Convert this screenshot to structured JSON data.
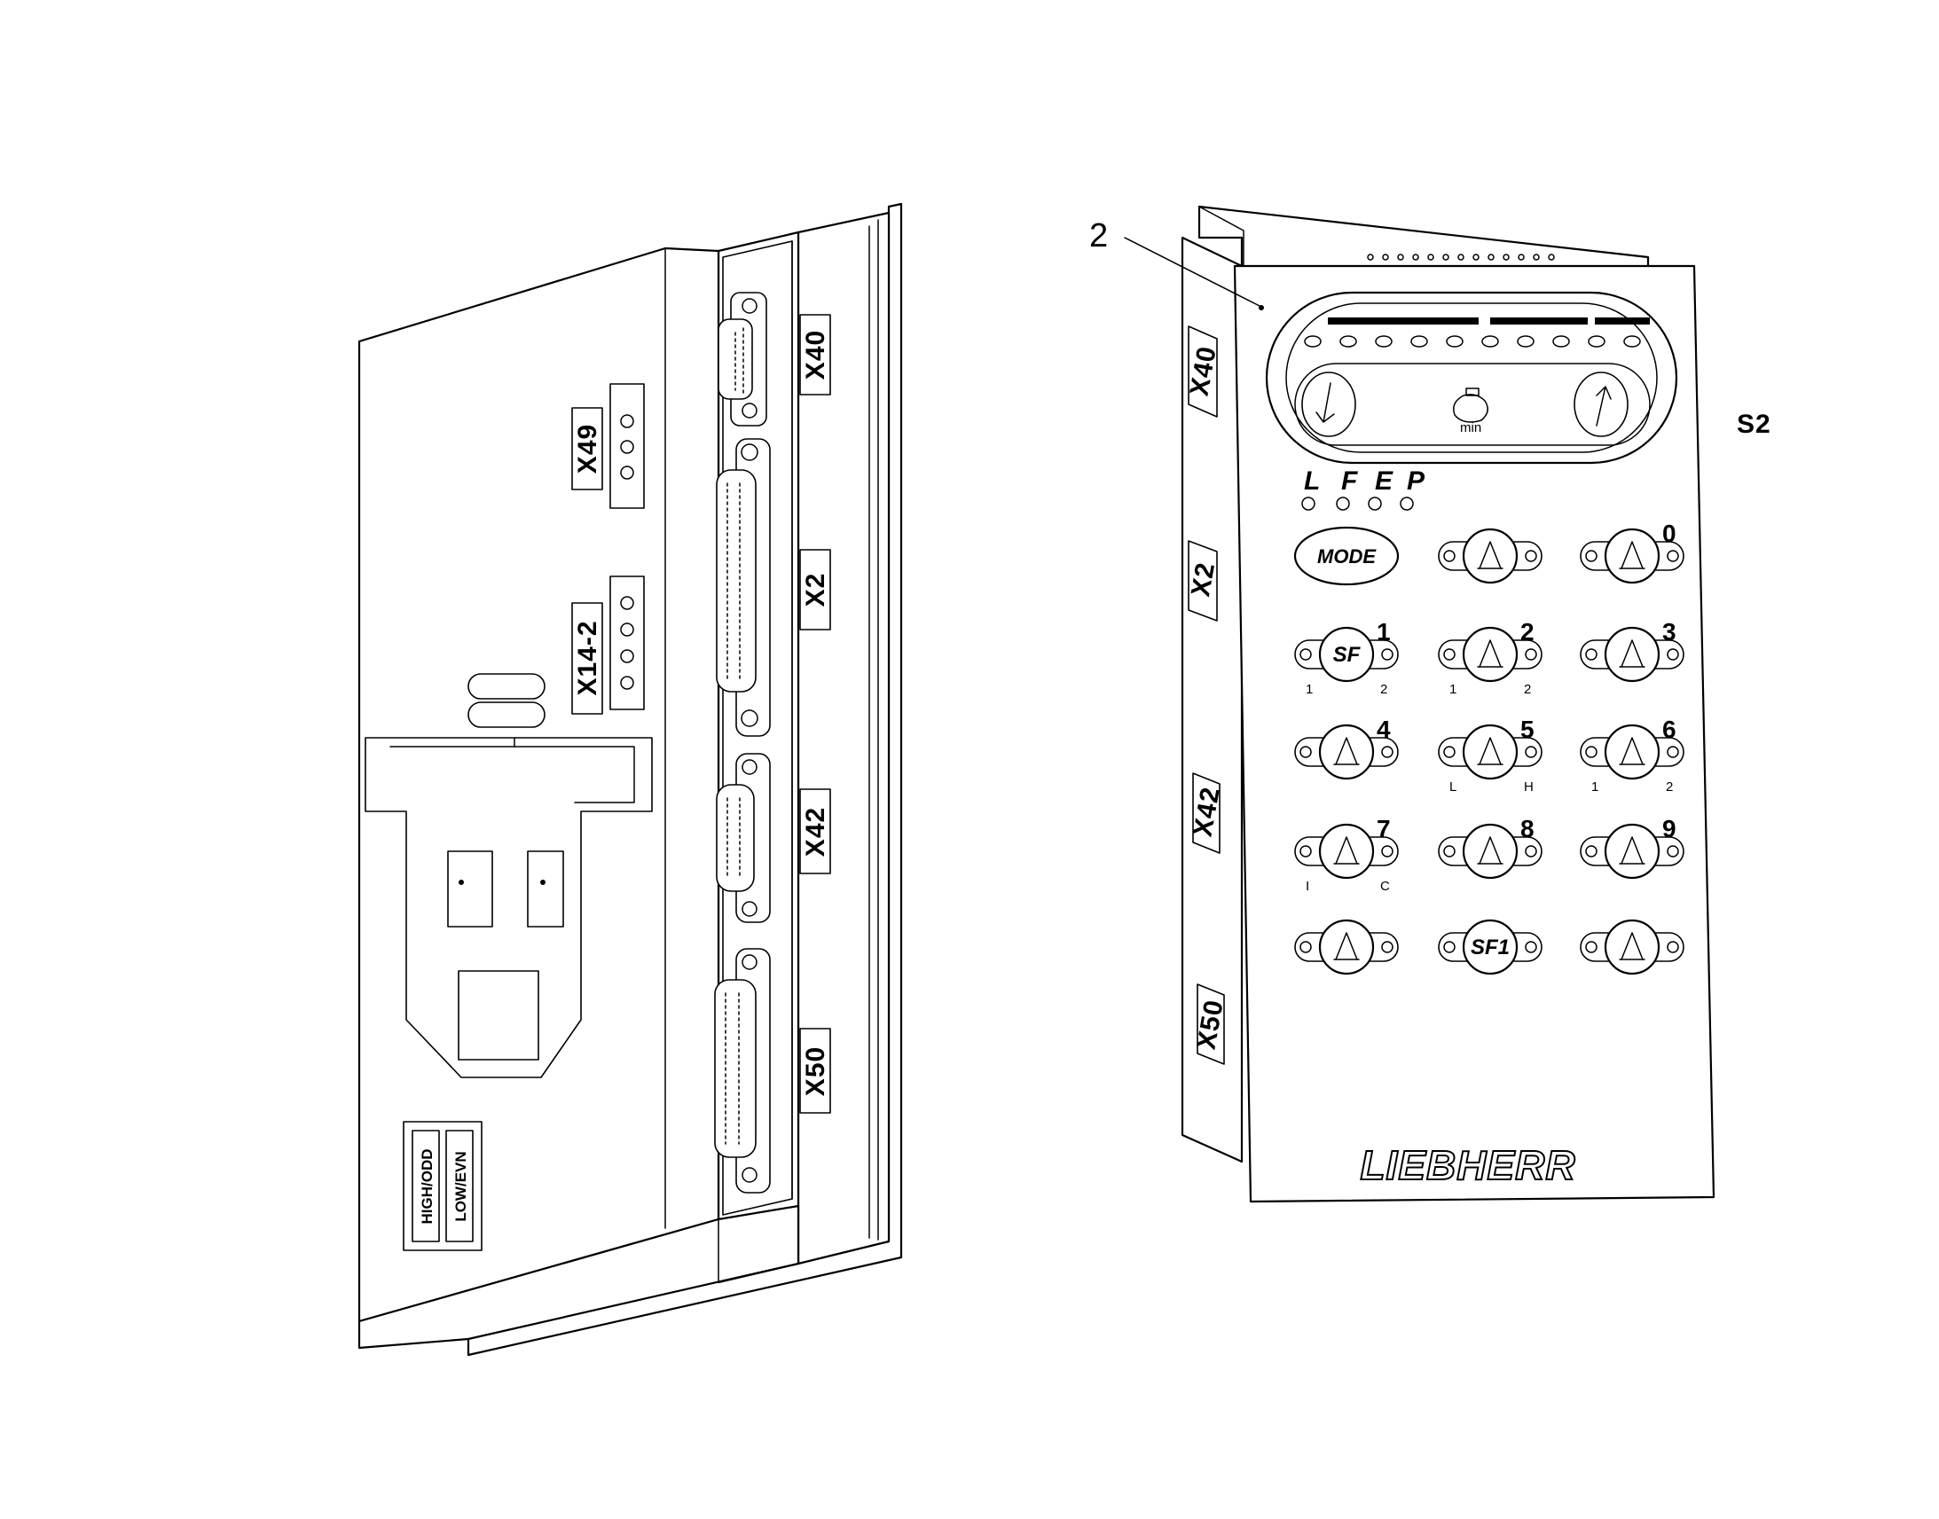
{
  "left_unit": {
    "connector_labels": {
      "x40": "X40",
      "x2": "X2",
      "x42": "X42",
      "x50": "X50",
      "x49": "X49",
      "x14_2": "X14-2"
    },
    "switch_labels": {
      "high_odd": "HIGH/ODD",
      "low_evn": "LOW/EVN"
    }
  },
  "right_unit": {
    "callout_number": "2",
    "side_labels": {
      "x40": "X40",
      "x2": "X2",
      "x42": "X42",
      "x50": "X50"
    },
    "panel_id": "S2",
    "mode_letters": [
      "L",
      "F",
      "E",
      "P"
    ],
    "display_icon": "engine-icon",
    "arrow_left": "arrow-down-icon",
    "arrow_right": "arrow-up-icon",
    "buttons": [
      {
        "icon": "mode-label",
        "text": "MODE",
        "number": "",
        "sub_left": "",
        "sub_right": ""
      },
      {
        "icon": "auto-engine-icon",
        "text": "",
        "number": "",
        "sub_left": "",
        "sub_right": ""
      },
      {
        "icon": "work-light-icon",
        "text": "",
        "number": "0",
        "sub_left": "",
        "sub_right": ""
      },
      {
        "icon": "sf-label",
        "text": "SF",
        "number": "1",
        "sub_left": "1",
        "sub_right": "2"
      },
      {
        "icon": "tilt-icon",
        "text": "",
        "number": "2",
        "sub_left": "1",
        "sub_right": "2"
      },
      {
        "icon": "hook-icon",
        "text": "",
        "number": "3",
        "sub_left": "",
        "sub_right": ""
      },
      {
        "icon": "hoist-icon",
        "text": "",
        "number": "4",
        "sub_left": "",
        "sub_right": ""
      },
      {
        "icon": "heater-icon",
        "text": "",
        "number": "5",
        "sub_left": "L",
        "sub_right": "H"
      },
      {
        "icon": "headlight-icon",
        "text": "",
        "number": "6",
        "sub_left": "1",
        "sub_right": "2"
      },
      {
        "icon": "wiper-icon",
        "text": "",
        "number": "7",
        "sub_left": "I",
        "sub_right": "C"
      },
      {
        "icon": "washer-icon",
        "text": "",
        "number": "8",
        "sub_left": "",
        "sub_right": ""
      },
      {
        "icon": "beacon-icon",
        "text": "",
        "number": "9",
        "sub_left": "",
        "sub_right": ""
      },
      {
        "icon": "rear-wiper-icon",
        "text": "",
        "number": "",
        "sub_left": "",
        "sub_right": ""
      },
      {
        "icon": "sf1-label",
        "text": "SF1",
        "number": "",
        "sub_left": "",
        "sub_right": ""
      },
      {
        "icon": "rear-light-icon",
        "text": "",
        "number": "",
        "sub_left": "",
        "sub_right": ""
      }
    ],
    "brand": "LIEBHERR"
  }
}
